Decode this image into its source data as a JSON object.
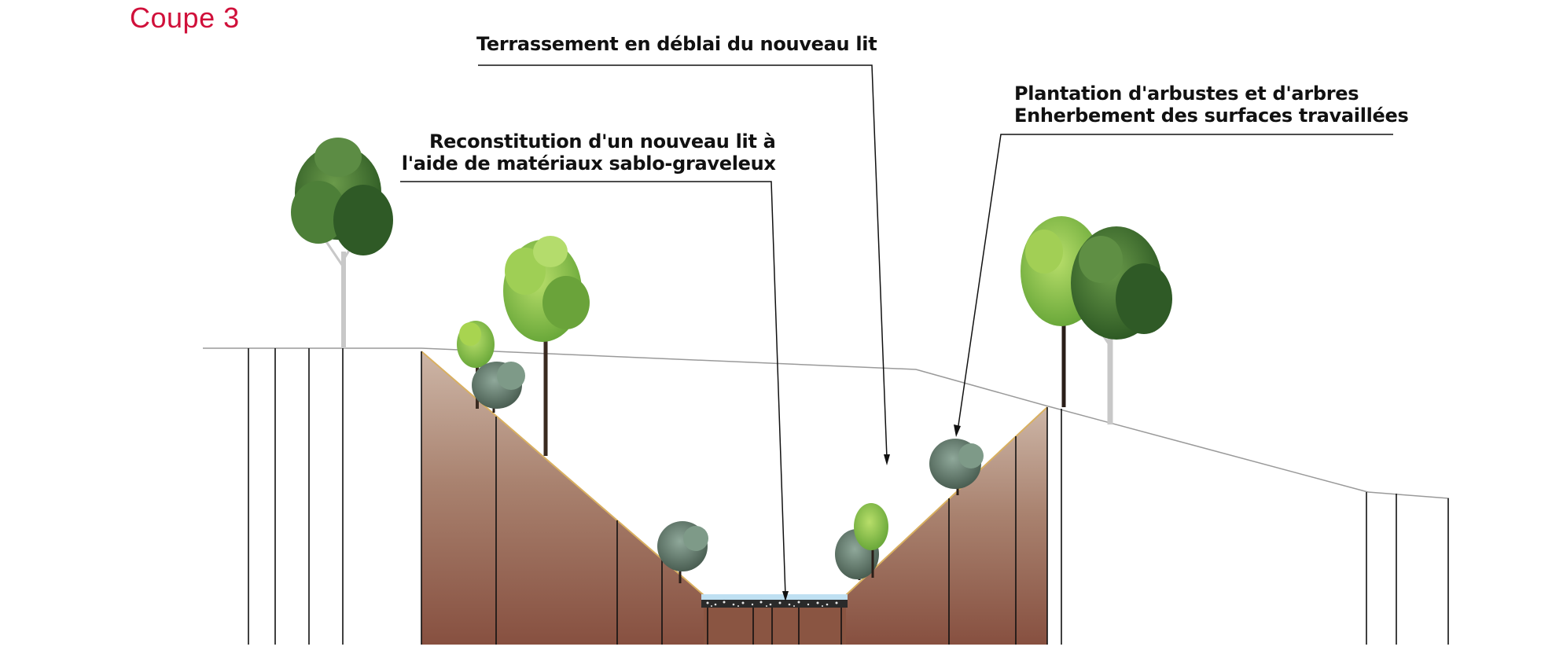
{
  "title": "Coupe 3",
  "annotations": {
    "terrassement": "Terrassement en déblai du nouveau lit",
    "reconstitution_line1": "Reconstitution d'un nouveau lit à",
    "reconstitution_line2": "l'aide de matériaux sablo-graveleux",
    "plantation_line1": "Plantation d'arbustes et d'arbres",
    "plantation_line2": "Enherbement des surfaces travaillées"
  },
  "colors": {
    "title": "#d0103a",
    "soil_top": "#c9b2a3",
    "soil_bottom": "#8a5440",
    "water": "#bfe0f2",
    "tree_dark": "#3f6e2f",
    "tree_light": "#8dc63f",
    "shrub_grey": "#6f8a7a"
  }
}
